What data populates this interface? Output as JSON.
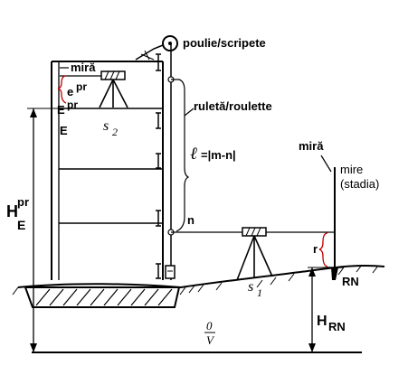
{
  "labels": {
    "pulley": "poulie/scripete",
    "staff_top": "miră",
    "e": "e",
    "pr": "pr",
    "E_top": "E",
    "E_bottom": "E",
    "s2_s": "s",
    "s2_sub": "2",
    "tape": "ruletă/roulette",
    "ell": "ℓ",
    "ell_formula": "=|m-n|",
    "staff_right_ro": "miră",
    "staff_right_fr1": "mire",
    "staff_right_fr2": "(stadia)",
    "H": "H",
    "H_pr": "pr",
    "H_E": "E",
    "n": "n",
    "r": "r",
    "RN": "RN",
    "H_RN_H": "H",
    "H_RN_sub": "RN",
    "s1_s": "s",
    "s1_sub": "1",
    "datum_top": "0",
    "datum_bottom": "V"
  }
}
